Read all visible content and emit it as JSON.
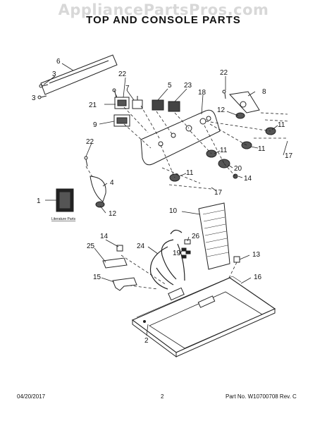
{
  "watermark": "AppliancePartsPros.com",
  "title": "TOP AND CONSOLE PARTS",
  "literature_label": "Literature Parts",
  "callouts": {
    "c1": "1",
    "c2": "2",
    "c3a": "3",
    "c3b": "3",
    "c4": "4",
    "c5": "5",
    "c6": "6",
    "c7": "7",
    "c8": "8",
    "c9": "9",
    "c10": "10",
    "c11a": "11",
    "c11b": "11",
    "c11c": "11",
    "c11d": "11",
    "c12a": "12",
    "c12b": "12",
    "c13": "13",
    "c14a": "14",
    "c14b": "14",
    "c15": "15",
    "c16": "16",
    "c17a": "17",
    "c17b": "17",
    "c18": "18",
    "c19": "19",
    "c20": "20",
    "c21": "21",
    "c22a": "22",
    "c22b": "22",
    "c22c": "22",
    "c23": "23",
    "c24": "24",
    "c25": "25",
    "c26": "26"
  },
  "footer": {
    "date": "04/20/2017",
    "page": "2",
    "part_no": "Part No. W10700708  Rev. C"
  }
}
